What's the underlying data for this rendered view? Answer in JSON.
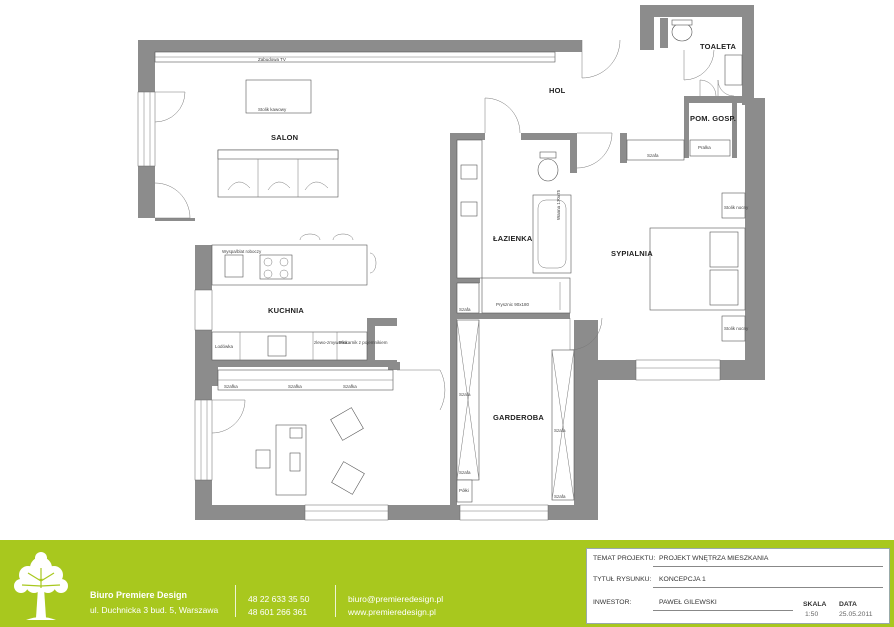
{
  "rooms": {
    "salon": "SALON",
    "hol": "HOL",
    "toaleta": "TOALETA",
    "pom_gosp": "POM. GOSP.",
    "lazienka": "ŁAZIENKA",
    "sypialnia": "SYPIALNIA",
    "kuchnia": "KUCHNIA",
    "garderoba": "GARDEROBA"
  },
  "labels": {
    "tv": "Zabudowa TV",
    "stolik_kawowy": "Stolik kawowy",
    "wyspa": "Wyspa/blat roboczy",
    "lodowka": "Lodówka",
    "zmywarka": "zlewo-zmywarka",
    "piekarnik": "Piekarnik z pojemnikiem",
    "szafka_1": "Szafka",
    "szafka_2": "Szafka",
    "szafka_3": "Szafka",
    "szafa_hol": "Szafa",
    "szafa_laz": "Szafa",
    "szafa_ga1": "Szafa",
    "szafa_ga2": "Szafa",
    "szafa_ga3": "Szafa",
    "szafa_ga4": "Szafa",
    "polki": "Półki",
    "pralka": "Pralka",
    "prysznic": "Prysznic 90x180",
    "wanna": "Wanna 170x75",
    "stolik_nocny_1": "Stolik nocny",
    "stolik_nocny_2": "Stolik nocny"
  },
  "footer": {
    "company": "Biuro Premiere Design",
    "address": "ul. Duchnicka 3 bud. 5,  Warszawa",
    "phone1": "48 22 633 35 50",
    "phone2": "48 601 266 361",
    "email": "biuro@premieredesign.pl",
    "web": "www.premieredesign.pl"
  },
  "title_block": {
    "temat_label": "TEMAT PROJEKTU:",
    "temat_value": "PROJEKT WNĘTRZA MIESZKANIA",
    "tytul_label": "TYTUŁ RYSUNKU:",
    "tytul_value": "KONCEPCJA 1",
    "inwestor_label": "INWESTOR:",
    "inwestor_value": "PAWEŁ GILEWSKI",
    "skala_label": "SKALA",
    "skala_value": "1:50",
    "data_label": "DATA",
    "data_value": "25.05.2011"
  },
  "colors": {
    "footer_green": "#a8c81e",
    "wall_grey": "#8c8c8c"
  }
}
